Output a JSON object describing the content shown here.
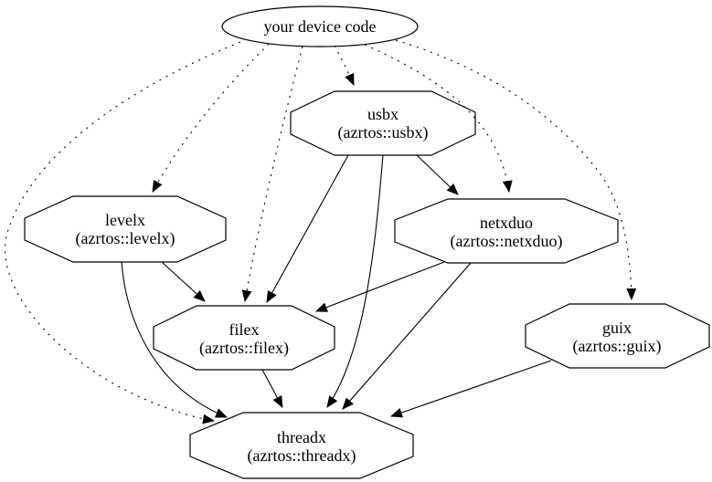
{
  "diagram": {
    "background_color": "#ffffff",
    "line_color": "#000000",
    "nodes": [
      {
        "id": "device",
        "label": "your device code",
        "sublabel": "",
        "shape": "ellipse"
      },
      {
        "id": "usbx",
        "label": "usbx",
        "sublabel": "(azrtos::usbx)",
        "shape": "octagon"
      },
      {
        "id": "levelx",
        "label": "levelx",
        "sublabel": "(azrtos::levelx)",
        "shape": "octagon"
      },
      {
        "id": "netxduo",
        "label": "netxduo",
        "sublabel": "(azrtos::netxduo)",
        "shape": "octagon"
      },
      {
        "id": "filex",
        "label": "filex",
        "sublabel": "(azrtos::filex)",
        "shape": "octagon"
      },
      {
        "id": "guix",
        "label": "guix",
        "sublabel": "(azrtos::guix)",
        "shape": "octagon"
      },
      {
        "id": "threadx",
        "label": "threadx",
        "sublabel": "(azrtos::threadx)",
        "shape": "octagon"
      }
    ],
    "edges": [
      {
        "from": "your device code",
        "to": "usbx",
        "style": "dotted"
      },
      {
        "from": "your device code",
        "to": "levelx",
        "style": "dotted"
      },
      {
        "from": "your device code",
        "to": "filex",
        "style": "dotted"
      },
      {
        "from": "your device code",
        "to": "netxduo",
        "style": "dotted"
      },
      {
        "from": "your device code",
        "to": "guix",
        "style": "dotted"
      },
      {
        "from": "your device code",
        "to": "threadx",
        "style": "dotted"
      },
      {
        "from": "usbx",
        "to": "netxduo",
        "style": "solid"
      },
      {
        "from": "usbx",
        "to": "filex",
        "style": "solid"
      },
      {
        "from": "usbx",
        "to": "threadx",
        "style": "solid"
      },
      {
        "from": "levelx",
        "to": "filex",
        "style": "solid"
      },
      {
        "from": "levelx",
        "to": "threadx",
        "style": "solid"
      },
      {
        "from": "netxduo",
        "to": "filex",
        "style": "solid"
      },
      {
        "from": "netxduo",
        "to": "threadx",
        "style": "solid"
      },
      {
        "from": "filex",
        "to": "threadx",
        "style": "solid"
      },
      {
        "from": "guix",
        "to": "threadx",
        "style": "solid"
      }
    ]
  }
}
